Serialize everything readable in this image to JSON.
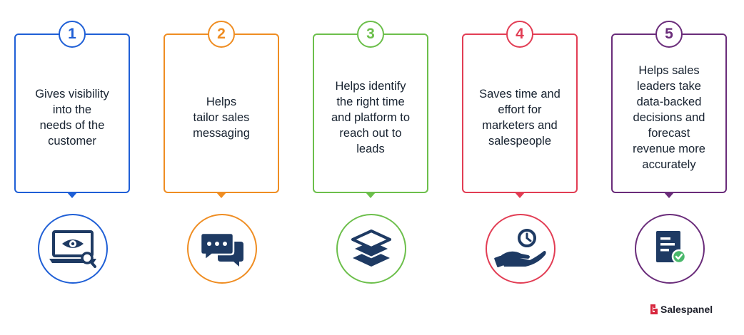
{
  "steps": [
    {
      "number": "1",
      "text": "Gives visibility\ninto the\nneeds of the\ncustomer",
      "color": "#1f5fd6",
      "icon": "laptop-eye-search-icon"
    },
    {
      "number": "2",
      "text": "Helps\ntailor sales\nmessaging",
      "color": "#ef8d22",
      "icon": "chat-bubbles-icon"
    },
    {
      "number": "3",
      "text": "Helps identify\nthe right time\nand platform to\nreach out to\nleads",
      "color": "#6cbf4b",
      "icon": "layers-icon"
    },
    {
      "number": "4",
      "text": "Saves time and\neffort for\nmarketers and\nsalespeople",
      "color": "#e23d54",
      "icon": "hand-clock-icon"
    },
    {
      "number": "5",
      "text": "Helps sales\nleaders take\ndata-backed\ndecisions and\nforecast\nrevenue more\naccurately",
      "color": "#6a2c7a",
      "icon": "document-check-icon"
    }
  ],
  "icon_color": "#1e3a63",
  "brand": {
    "name": "Salespanel",
    "logo_color": "#d7263d"
  }
}
